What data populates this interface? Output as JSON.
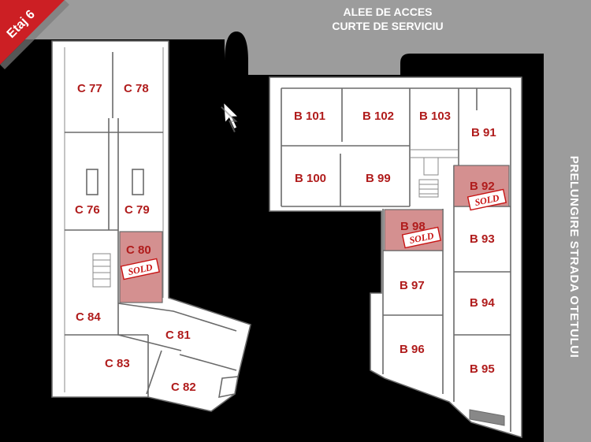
{
  "floor": {
    "label": "Etaj 6",
    "color": "#cc1f24"
  },
  "streets": {
    "top_line1": "ALEE DE ACCES",
    "top_line2": "CURTE DE SERVICIU",
    "right": "PRELUNGIRE STRADA OTETULUI"
  },
  "colors": {
    "background": "#9c9c9c",
    "dark_area": "#000000",
    "floor_plan": "#ffffff",
    "sold_room": "#d49090",
    "label": "#b01c1c"
  },
  "sold_stamp": "SOLD",
  "rooms": {
    "c77": {
      "label": "C 77",
      "status": "available"
    },
    "c78": {
      "label": "C 78",
      "status": "available"
    },
    "c76": {
      "label": "C 76",
      "status": "available"
    },
    "c79": {
      "label": "C 79",
      "status": "available"
    },
    "c80": {
      "label": "C 80",
      "status": "sold"
    },
    "c84": {
      "label": "C 84",
      "status": "available"
    },
    "c81": {
      "label": "C 81",
      "status": "available"
    },
    "c83": {
      "label": "C 83",
      "status": "available"
    },
    "c82": {
      "label": "C 82",
      "status": "available"
    },
    "b101": {
      "label": "B 101",
      "status": "available"
    },
    "b102": {
      "label": "B 102",
      "status": "available"
    },
    "b103": {
      "label": "B 103",
      "status": "available"
    },
    "b91": {
      "label": "B 91",
      "status": "available"
    },
    "b100": {
      "label": "B 100",
      "status": "available"
    },
    "b99": {
      "label": "B 99",
      "status": "available"
    },
    "b92": {
      "label": "B 92",
      "status": "sold"
    },
    "b98": {
      "label": "B 98",
      "status": "sold"
    },
    "b93": {
      "label": "B 93",
      "status": "available"
    },
    "b97": {
      "label": "B 97",
      "status": "available"
    },
    "b94": {
      "label": "B 94",
      "status": "available"
    },
    "b96": {
      "label": "B 96",
      "status": "available"
    },
    "b95": {
      "label": "B 95",
      "status": "available"
    }
  },
  "north_arrow_icon": "north-arrow-icon"
}
